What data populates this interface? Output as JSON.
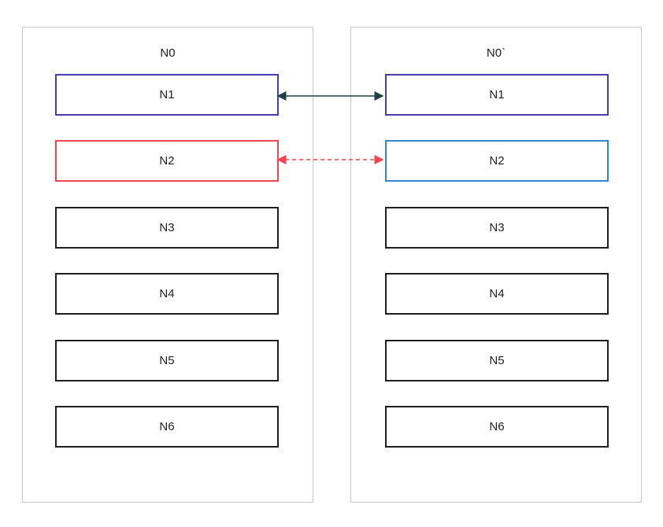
{
  "colors": {
    "panel_border": "#c8c8c8",
    "node_border": "#1f1f1f",
    "n1_border": "#4b3bb0",
    "left_n2_border": "#ef4451",
    "right_n2_border": "#2f84d6",
    "solid_arrow": "#1f3f47",
    "dashed_arrow": "#ef4451"
  },
  "left_panel": {
    "title": "N0",
    "nodes": [
      "N1",
      "N2",
      "N3",
      "N4",
      "N5",
      "N6"
    ]
  },
  "right_panel": {
    "title": "N0`",
    "nodes": [
      "N1",
      "N2",
      "N3",
      "N4",
      "N5",
      "N6"
    ]
  },
  "connections": [
    {
      "from": "N1",
      "to": "N1",
      "style": "solid",
      "bidirectional": true
    },
    {
      "from": "N2",
      "to": "N2",
      "style": "dashed",
      "bidirectional": true
    }
  ]
}
